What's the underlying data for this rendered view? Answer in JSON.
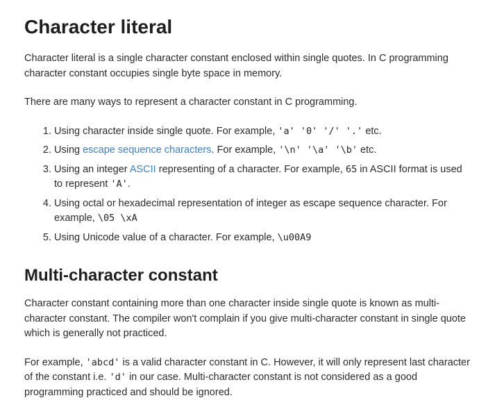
{
  "section1": {
    "title": "Character literal",
    "para1": "Character literal is a single character constant enclosed within single quotes. In C programming character constant occupies single byte space in memory.",
    "para2": "There are many ways to represent a character constant in C programming.",
    "list": [
      {
        "pre": "Using character inside single quote. For example, ",
        "code": "'a' '0' '/' '.'",
        "post": " etc."
      },
      {
        "pre": "Using ",
        "link": "escape sequence characters",
        "mid": ". For example, ",
        "code": "'\\n' '\\a' '\\b'",
        "post": " etc."
      },
      {
        "pre": "Using an integer ",
        "link": "ASCII",
        "mid": " representing of a character. For example, ",
        "code": "65",
        "mid2": " in ASCII format is used to represent ",
        "code2": "'A'",
        "post": "."
      },
      {
        "pre": "Using octal or hexadecimal representation of integer as escape sequence character. For example, ",
        "code": "\\05 \\xA"
      },
      {
        "pre": "Using Unicode value of a character. For example, ",
        "code": "\\u00A9"
      }
    ]
  },
  "section2": {
    "title": "Multi-character constant",
    "para1": "Character constant containing more than one character inside single quote is known as multi-character constant. The compiler won't complain if you give multi-character constant in single quote which is generally not practiced.",
    "para2_pre": "For example, ",
    "para2_code1": "'abcd'",
    "para2_mid": " is a valid character constant in C. However, it will only represent last character of the constant i.e. ",
    "para2_code2": "'d'",
    "para2_post": " in our case. Multi-character constant is not considered as a good programming practiced and should be ignored."
  }
}
